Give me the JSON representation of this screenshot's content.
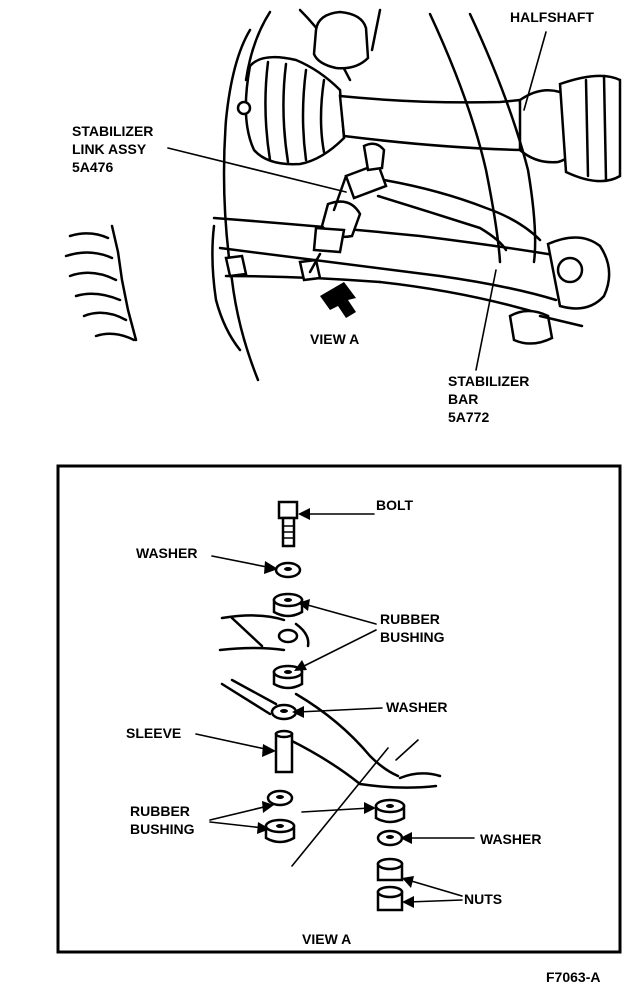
{
  "labels": {
    "halfshaft": "HALFSHAFT",
    "link_assy_1": "STABILIZER",
    "link_assy_2": "LINK ASSY",
    "link_assy_3": "5A476",
    "view_a_ref": "VIEW A",
    "bar_1": "STABILIZER",
    "bar_2": "BAR",
    "bar_3": "5A772",
    "bolt": "BOLT",
    "washer_top": "WASHER",
    "rubber_bushing_1": "RUBBER",
    "rubber_bushing_2": "BUSHING",
    "washer_mid": "WASHER",
    "sleeve": "SLEEVE",
    "rubber_bushing_lower_1": "RUBBER",
    "rubber_bushing_lower_2": "BUSHING",
    "washer_low": "WASHER",
    "nuts": "NUTS",
    "view_a_title": "VIEW A",
    "figure_id": "F7063-A"
  }
}
